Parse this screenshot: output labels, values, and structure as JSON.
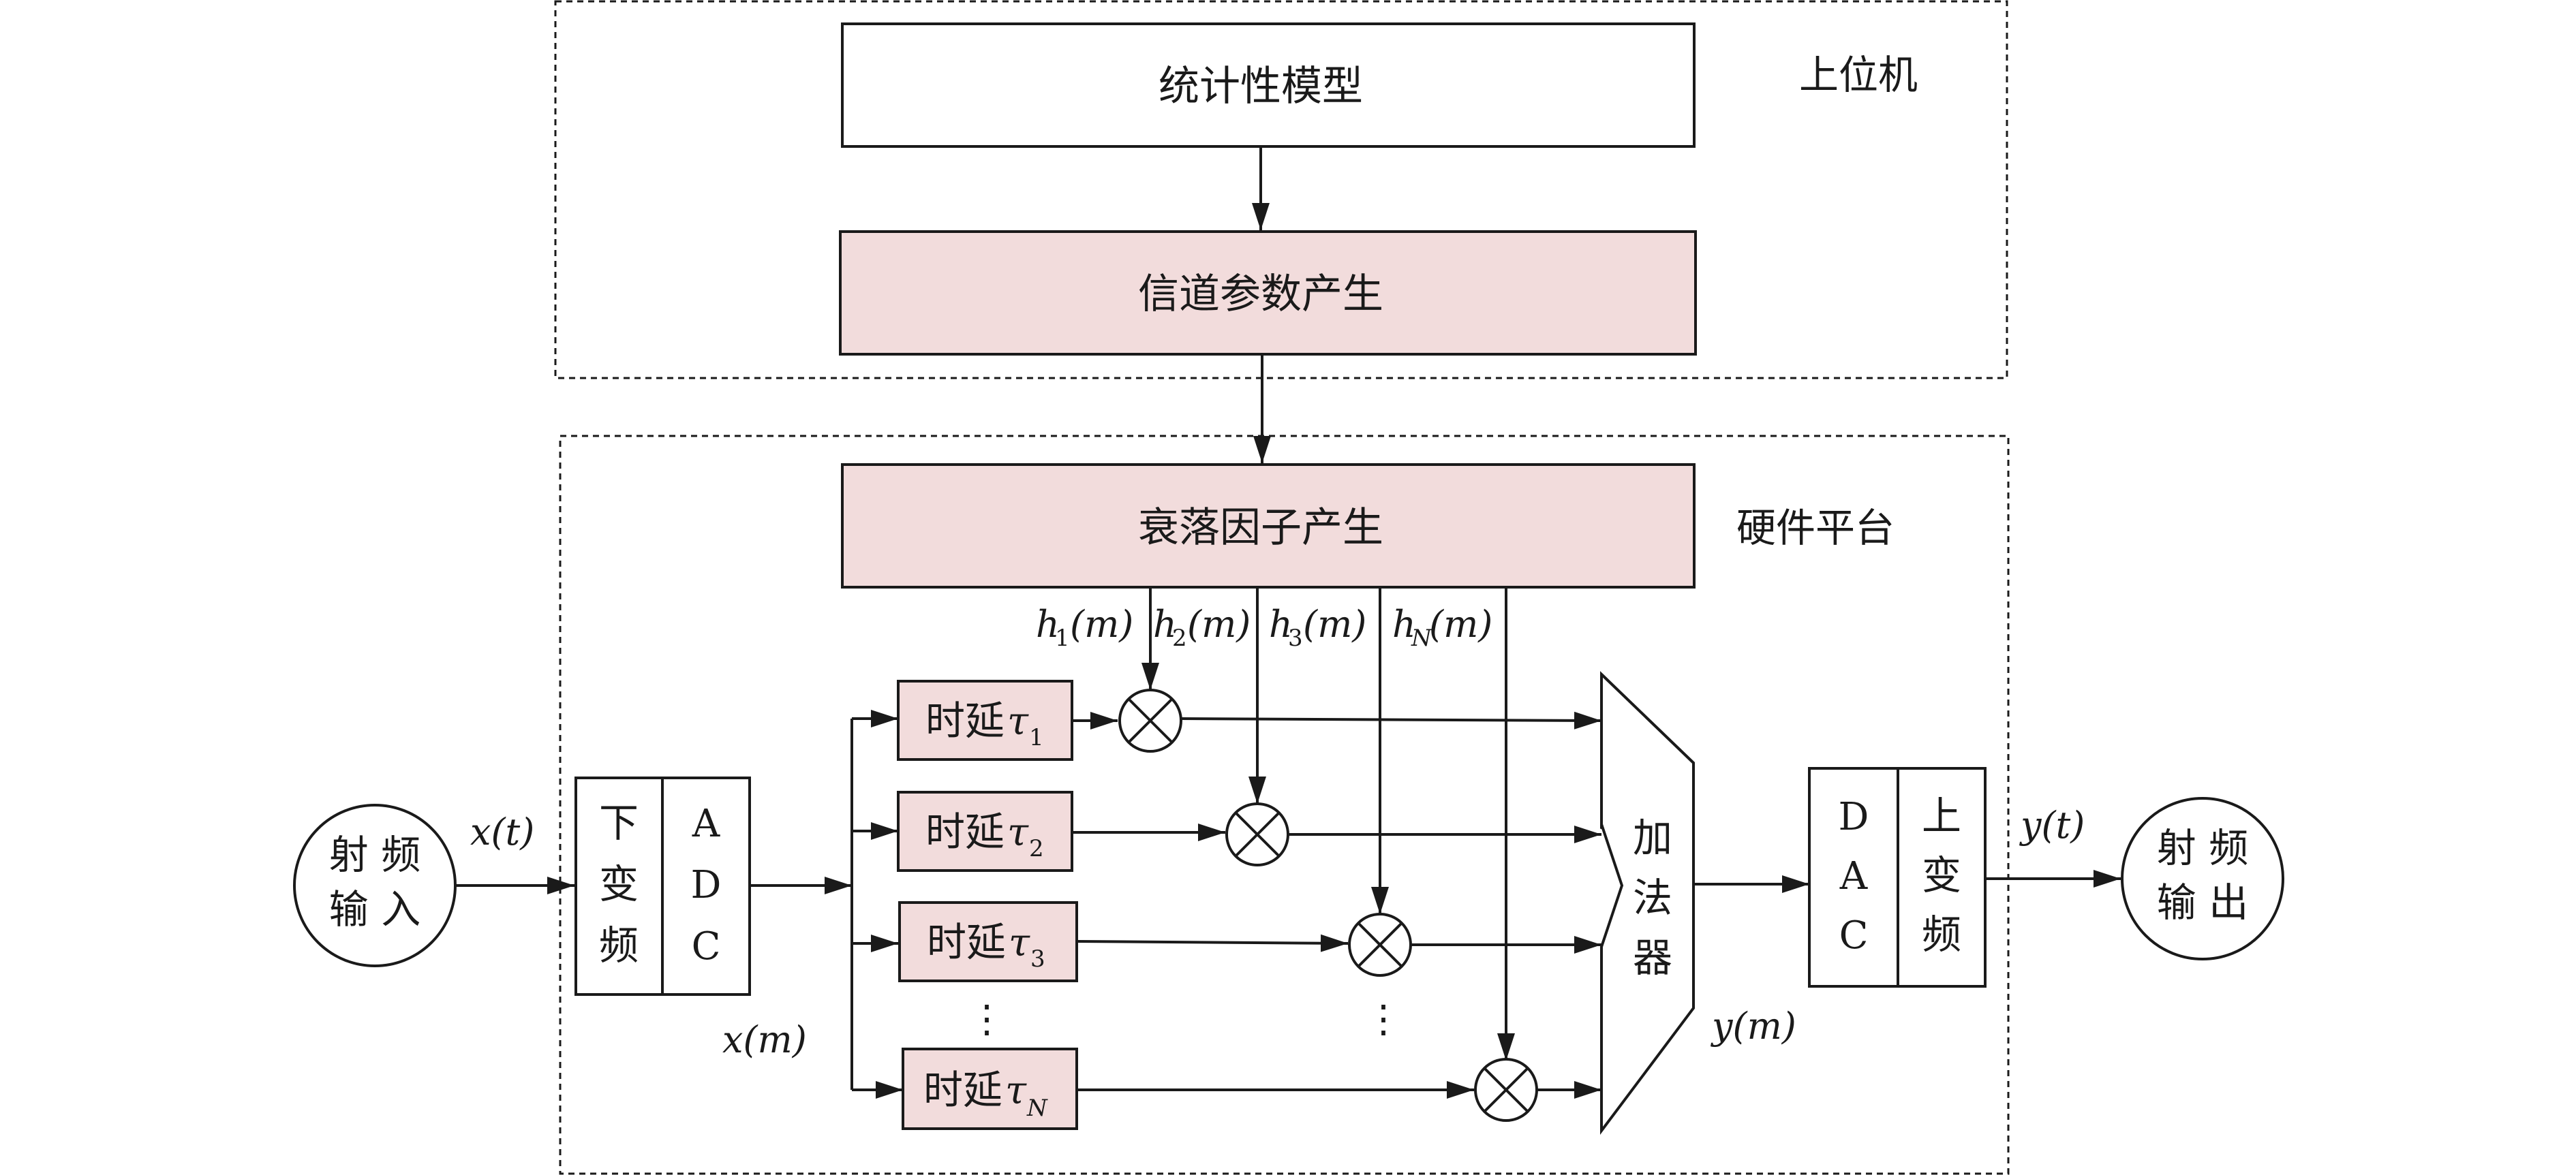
{
  "colors": {
    "fill_pink": "#f2dcdc",
    "line": "#1a1a1a",
    "background": "#ffffff"
  },
  "blocks": {
    "stat_model": "统计性模型",
    "channel_param": "信道参数产生",
    "fading_factor": "衰落因子产生",
    "downconv": [
      "下",
      "变",
      "频"
    ],
    "adc": [
      "A",
      "D",
      "C"
    ],
    "delay_prefix": "时延",
    "delay_symbol": "τ",
    "delay_subs": [
      "1",
      "2",
      "3",
      "N"
    ],
    "adder": [
      "加",
      "法",
      "器"
    ],
    "dac": [
      "D",
      "A",
      "C"
    ],
    "upconv": [
      "上",
      "变",
      "频"
    ],
    "rf_in": [
      "射 频",
      "输 入"
    ],
    "rf_out": [
      "射 频",
      "输 出"
    ]
  },
  "regions": {
    "host": "上位机",
    "hardware": "硬件平台"
  },
  "signals": {
    "xt": "x(t)",
    "xm": "x(m)",
    "yt": "y(t)",
    "ym": "y(m)",
    "h_prefix": "h",
    "h_suffix": "(m)",
    "h_subs": [
      "1",
      "2",
      "3",
      "N"
    ]
  },
  "ellipsis": "⋮"
}
